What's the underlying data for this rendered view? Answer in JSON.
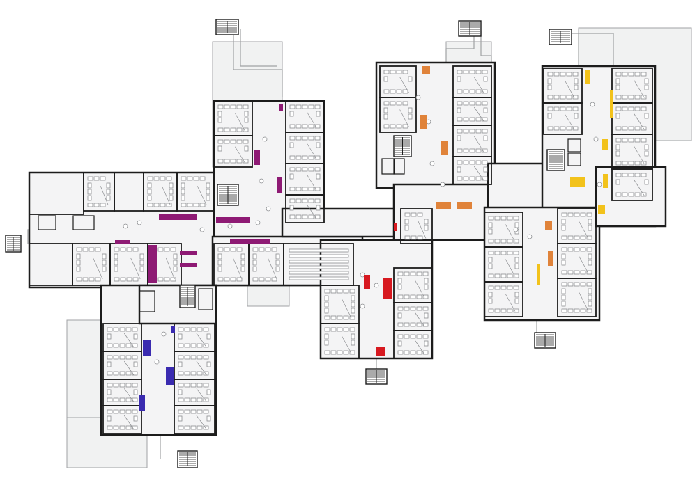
{
  "plan": {
    "colors": {
      "background": "#ffffff",
      "site_fill": "#f1f2f2",
      "site_line": "#a0a2a4",
      "floor_fill": "#f4f4f5",
      "wall": "#1c1c1c",
      "furniture": "#8b8d90",
      "desk_fill": "#ffffff",
      "purple_zone": "#8e1a74",
      "blue_zone": "#3a2bb0",
      "red_zone": "#d71920",
      "orange_zone": "#e0833a",
      "yellow_zone": "#f2c21b"
    },
    "wings": [
      "west-classroom-wing",
      "north-center-wing",
      "central-hall-wing",
      "south-west-wing",
      "south-center-wing",
      "north-east-wing",
      "east-wing",
      "far-east-wing",
      "south-east-wing"
    ],
    "icons": [
      "staircase-icon",
      "door-swing-icon",
      "desk-cluster-icon"
    ]
  }
}
